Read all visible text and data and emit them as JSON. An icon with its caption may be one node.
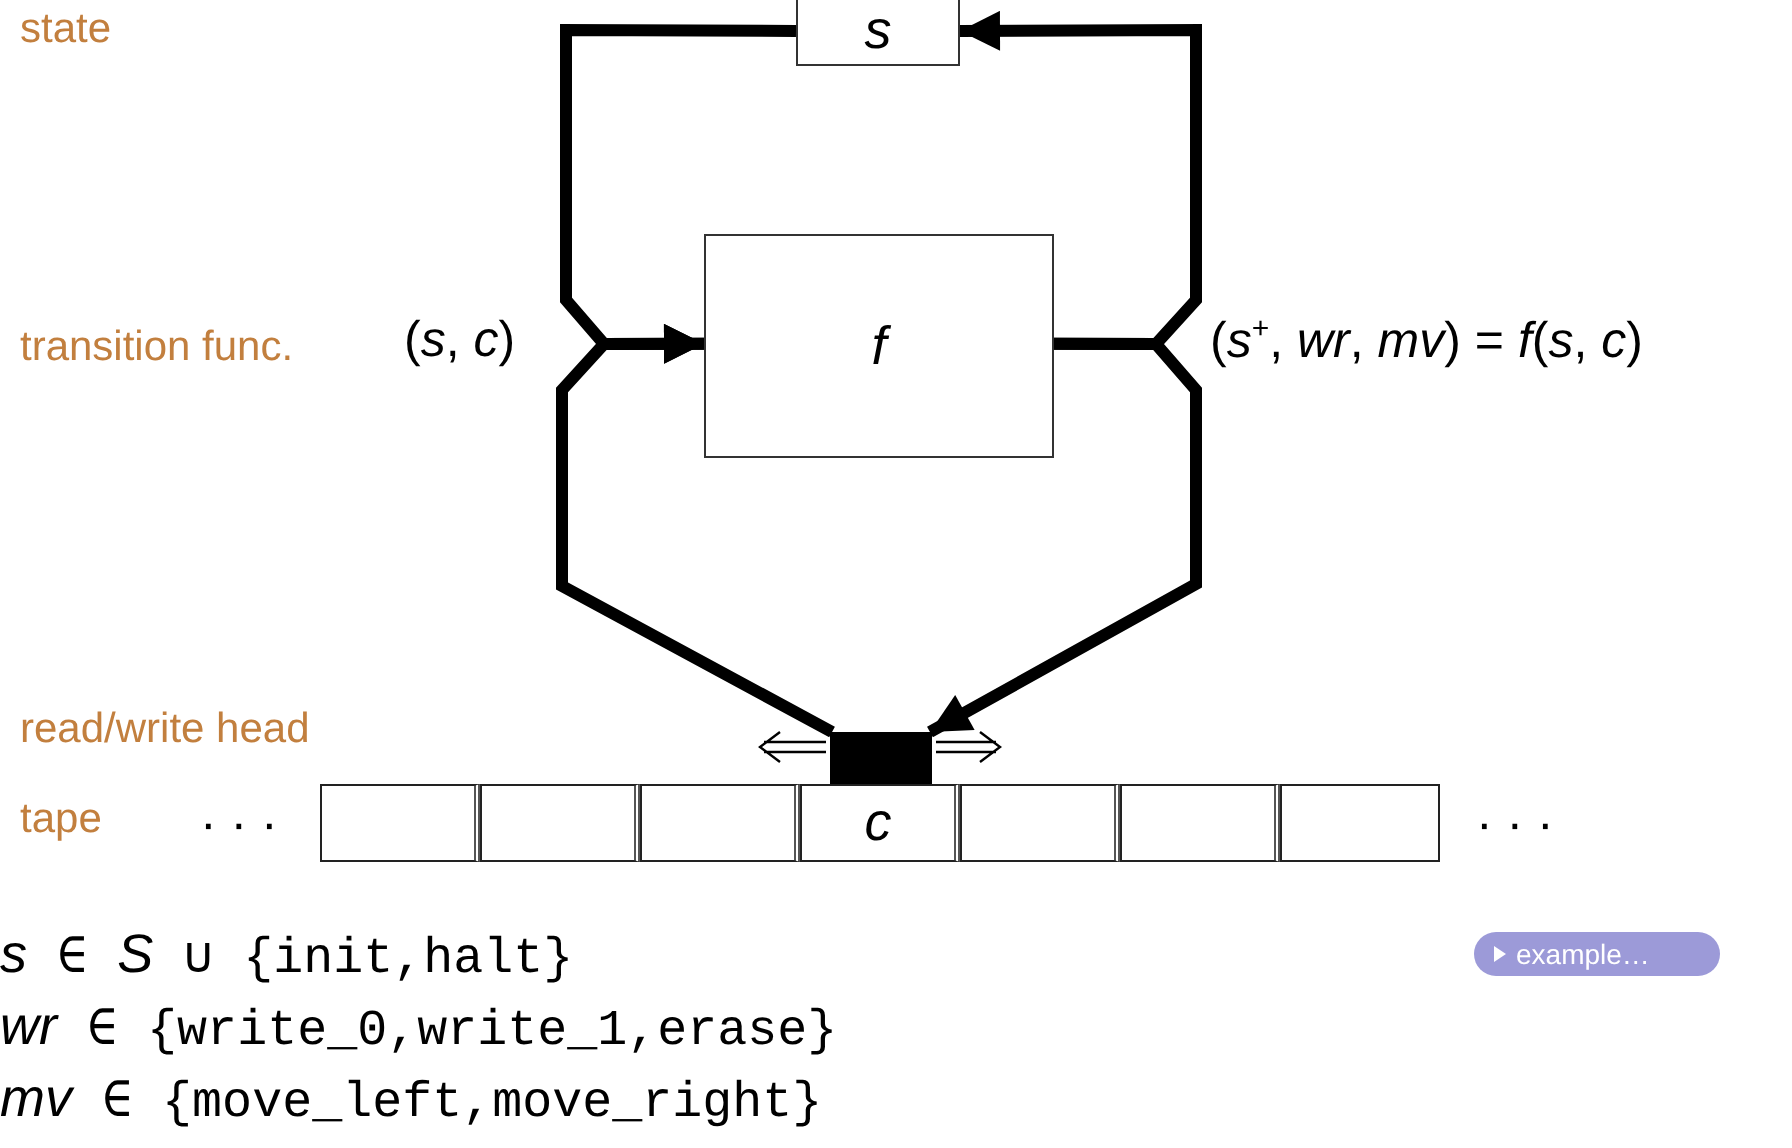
{
  "diagram": {
    "nodes": [
      {
        "text": [
          "s"
        ]
      },
      {
        "text": [
          "f"
        ]
      },
      {
        "text": [],
        "shape": "bar"
      },
      {
        "text": [],
        "shape": "box"
      },
      {
        "text": [],
        "shape": "box"
      },
      {
        "text": [],
        "shape": "box"
      },
      {
        "text": [
          "c"
        ]
      },
      {
        "text": [],
        "shape": "box"
      },
      {
        "text": [],
        "shape": "box"
      },
      {
        "text": [],
        "shape": "box"
      }
    ],
    "edges": [
      {
        "from": 0,
        "to": 1,
        "arrow": "to"
      },
      {
        "from": 2,
        "to": 1,
        "arrow": "to"
      },
      {
        "from": 1,
        "to": 0,
        "arrow": "to"
      },
      {
        "from": 1,
        "to": 2,
        "arrow": "to"
      }
    ],
    "labels": [
      "state",
      "transition func.",
      "(*s*, *c*)",
      "(*s*$^{+}$, *wr*, *mv*) = *f*(*s*, *c*)",
      "read/write head",
      "tape",
      "· · ·",
      "· · ·",
      "*s* ∈ *S* ∪ {init,halt}",
      "example…",
      "*wr* ∈ {write_0,write_1,erase}",
      "*mv* ∈ {move_left,move_right}"
    ]
  }
}
